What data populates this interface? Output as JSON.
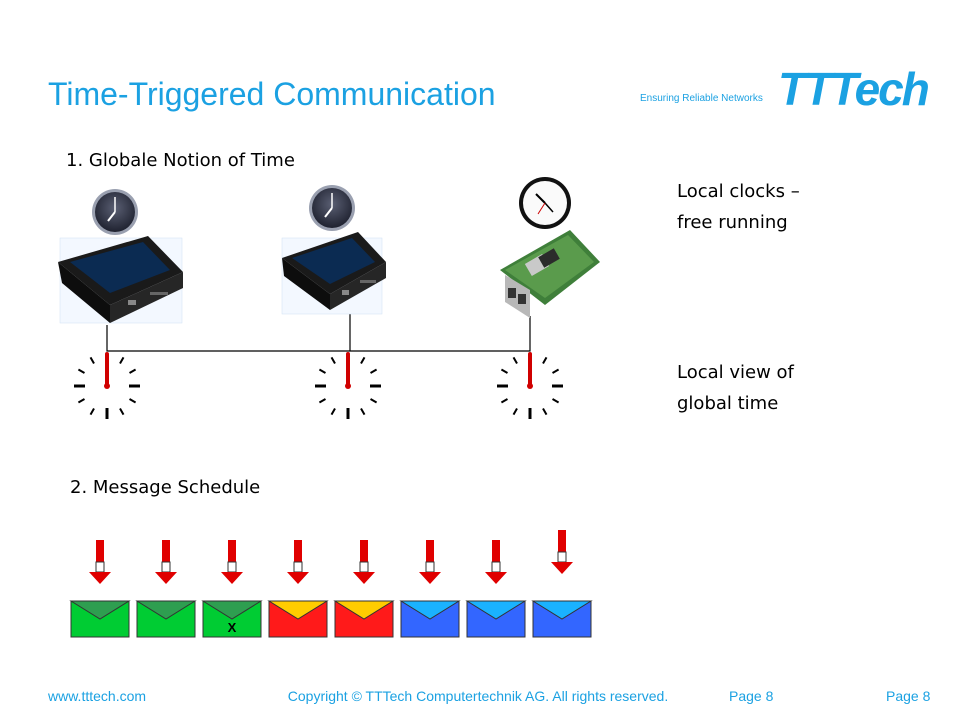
{
  "slide": {
    "title": "Time-Triggered Communication",
    "tagline": "Ensuring Reliable Networks",
    "logo_text": "TTTech"
  },
  "sections": {
    "global_time": "1. Globale Notion of Time",
    "schedule": "2. Message Schedule"
  },
  "labels": {
    "local_clocks_line1": "Local clocks –",
    "local_clocks_line2": "free running",
    "local_view_line1": "Local view of",
    "local_view_line2": "global time"
  },
  "message_mark": "X",
  "footer": {
    "url": "www.tttech.com",
    "copyright": "Copyright © TTTech Computertechnik AG. All rights reserved.",
    "page_left": "Page 8",
    "page_right": "Page 8"
  },
  "colors": {
    "accent": "#1ba1e2",
    "envelope_green": "#00cc33",
    "envelope_red": "#ff1a1a",
    "envelope_blue": "#3366ff",
    "arrow_red": "#e00000"
  },
  "messages": [
    {
      "color": "green",
      "flap": "#2e9e50",
      "marked": false
    },
    {
      "color": "green",
      "flap": "#2e9e50",
      "marked": false
    },
    {
      "color": "green",
      "flap": "#2e9e50",
      "marked": true
    },
    {
      "color": "red",
      "flap": "#ffcc00",
      "marked": false
    },
    {
      "color": "red",
      "flap": "#ffcc00",
      "marked": false
    },
    {
      "color": "blue",
      "flap": "#1ab2ff",
      "marked": false
    },
    {
      "color": "blue",
      "flap": "#1ab2ff",
      "marked": false
    },
    {
      "color": "blue",
      "flap": "#1ab2ff",
      "marked": false
    }
  ]
}
